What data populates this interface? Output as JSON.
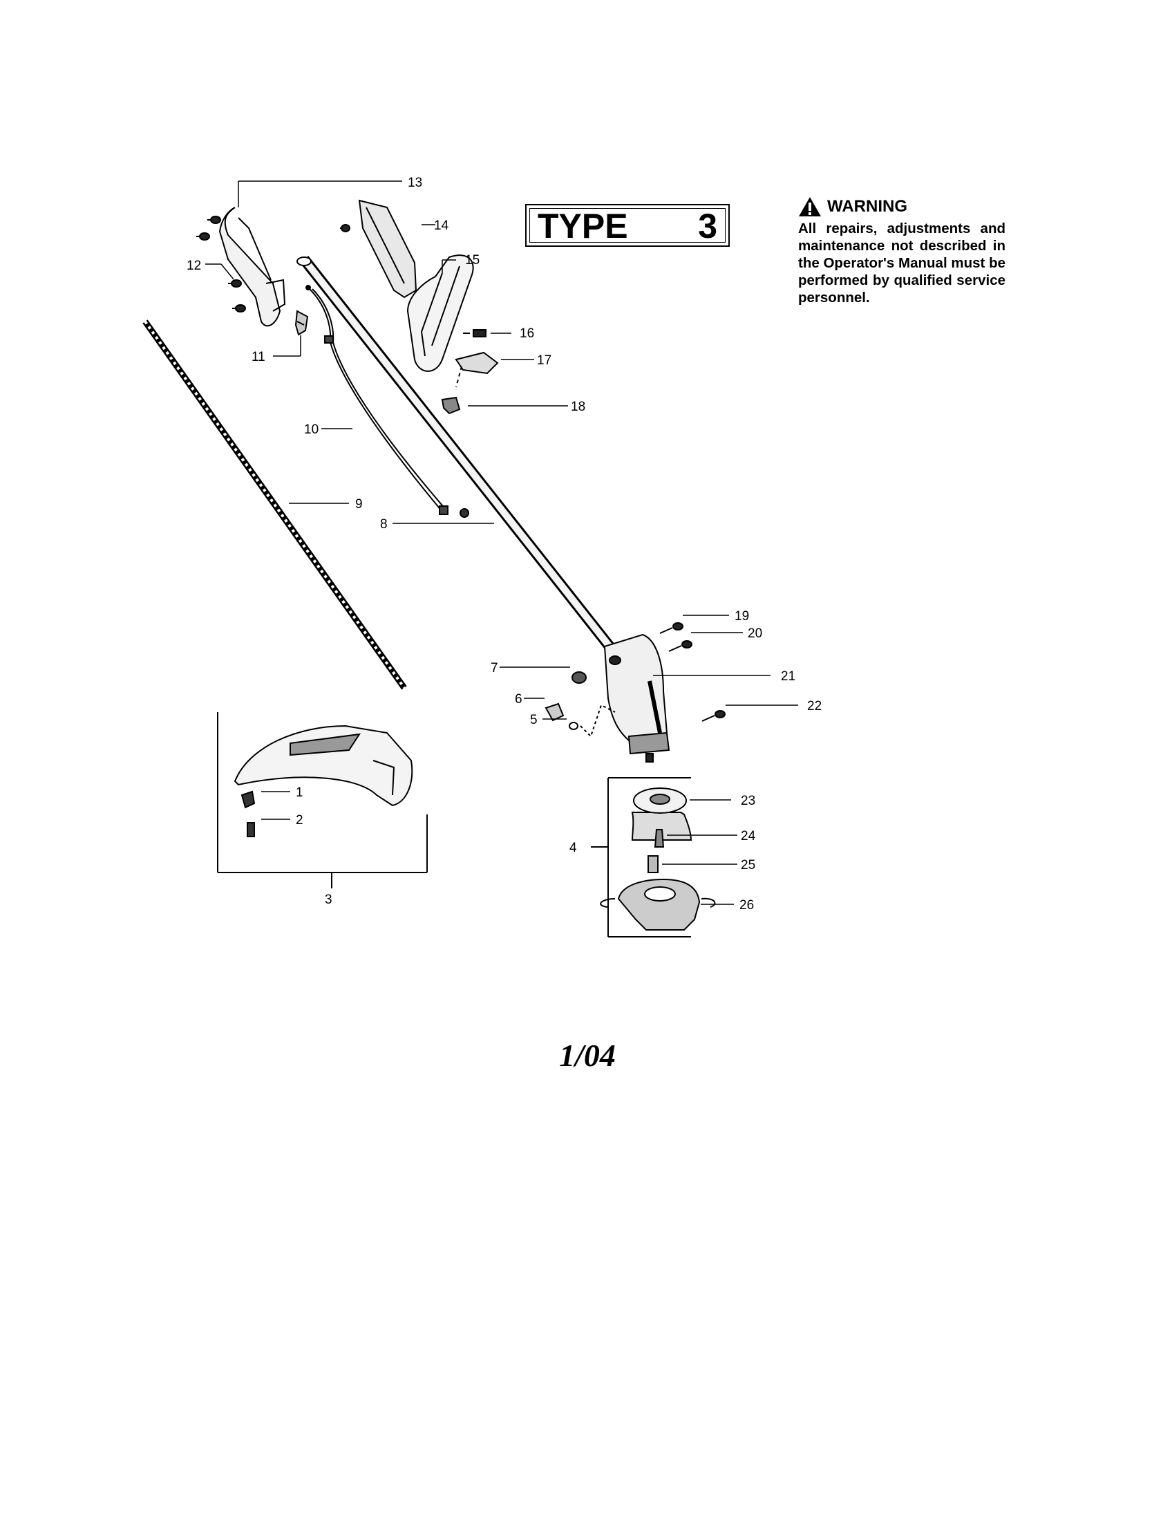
{
  "type_box": {
    "label": "TYPE",
    "number": "3"
  },
  "warning": {
    "icon": "warning-triangle-icon",
    "title": "WARNING",
    "text": "All repairs, adjustments and maintenance not described in the Operator's Manual must be performed by qualified service personnel."
  },
  "parts": {
    "p1": "1",
    "p2": "2",
    "p3": "3",
    "p4": "4",
    "p5": "5",
    "p6": "6",
    "p7": "7",
    "p8": "8",
    "p9": "9",
    "p10": "10",
    "p11": "11",
    "p12": "12",
    "p13": "13",
    "p14": "14",
    "p15": "15",
    "p16": "16",
    "p17": "17",
    "p18": "18",
    "p19": "19",
    "p20": "20",
    "p21": "21",
    "p22": "22",
    "p23": "23",
    "p24": "24",
    "p25": "25",
    "p26": "26"
  },
  "footer": {
    "date_code": "1/04"
  }
}
